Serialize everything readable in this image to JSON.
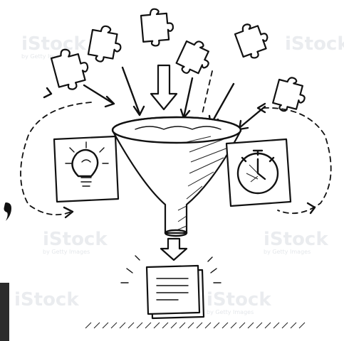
{
  "illustration": {
    "subject": "funnel-concept-sketch",
    "watermark_text": "iStock",
    "watermark_sub": "by Getty Images"
  }
}
